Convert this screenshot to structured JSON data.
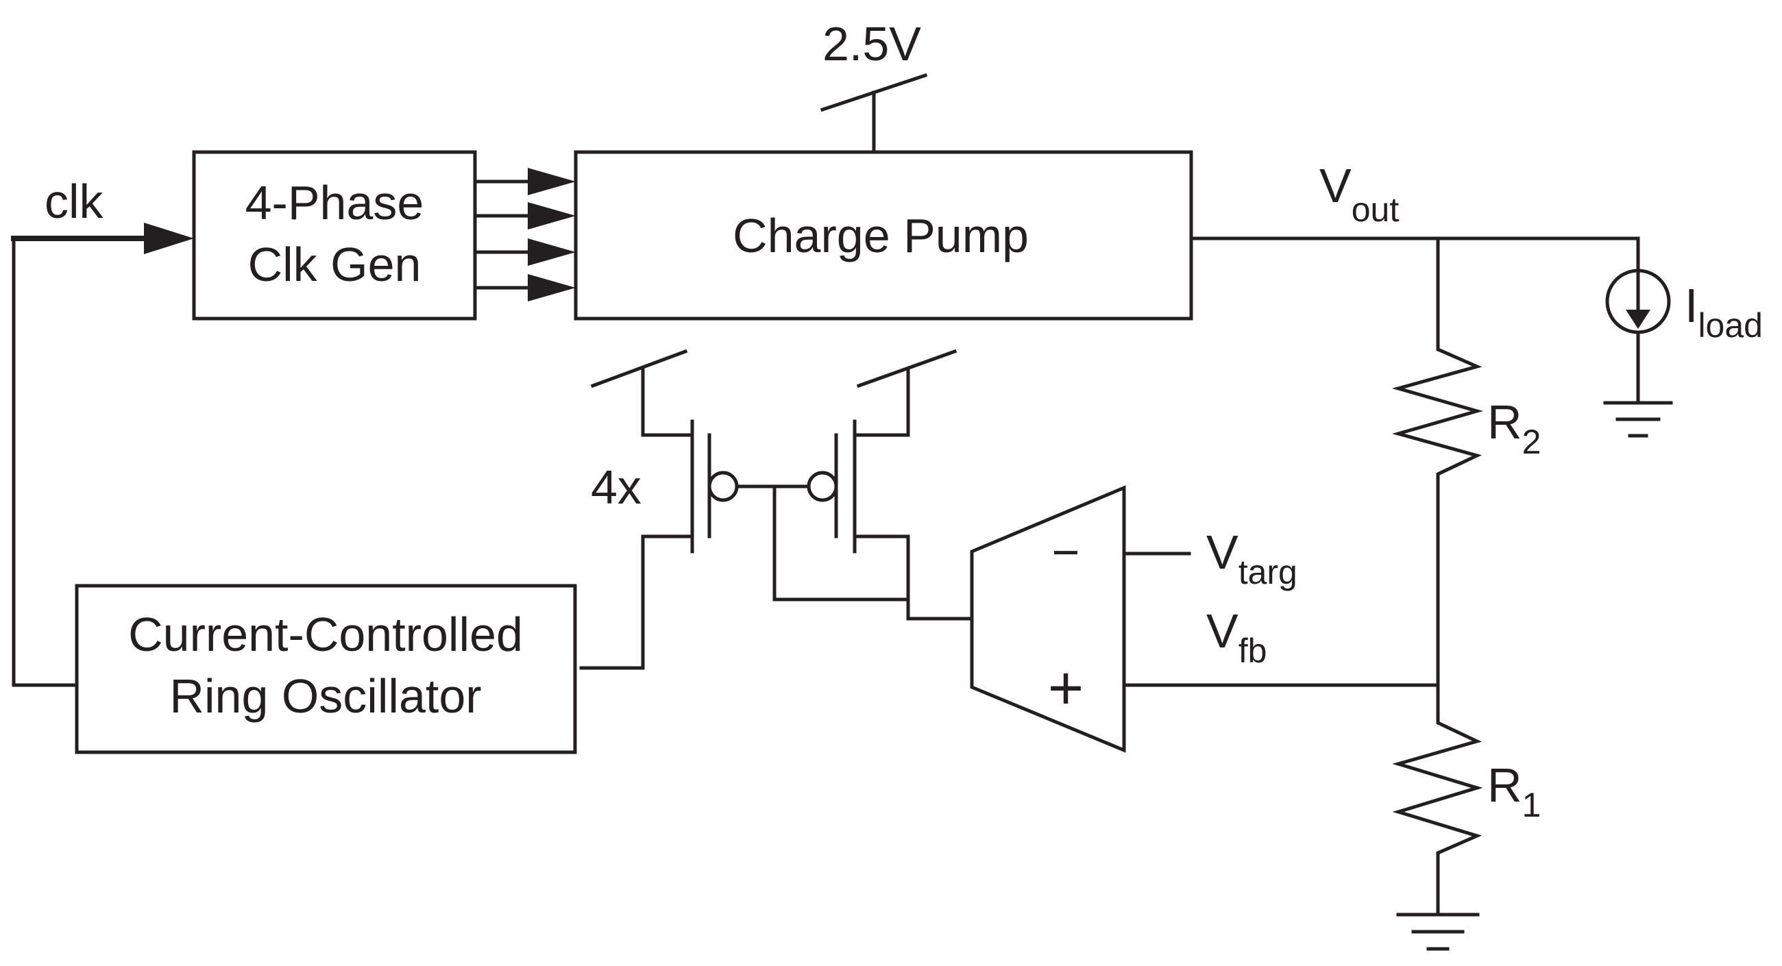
{
  "labels": {
    "supply": "2.5V",
    "clk": "clk",
    "clkgen_line1": "4-Phase",
    "clkgen_line2": "Clk Gen",
    "charge_pump": "Charge Pump",
    "vout_main": "V",
    "vout_sub": "out",
    "iload_main": "I",
    "iload_sub": "load",
    "r2_main": "R",
    "r2_sub": "2",
    "r1_main": "R",
    "r1_sub": "1",
    "mirror_ratio": "4x",
    "vtarg_main": "V",
    "vtarg_sub": "targ",
    "vfb_main": "V",
    "vfb_sub": "fb",
    "minus": "−",
    "plus": "+",
    "osc_line1": "Current-Controlled",
    "osc_line2": "Ring Oscillator"
  },
  "colors": {
    "ink": "#231f20",
    "background": "#ffffff"
  }
}
